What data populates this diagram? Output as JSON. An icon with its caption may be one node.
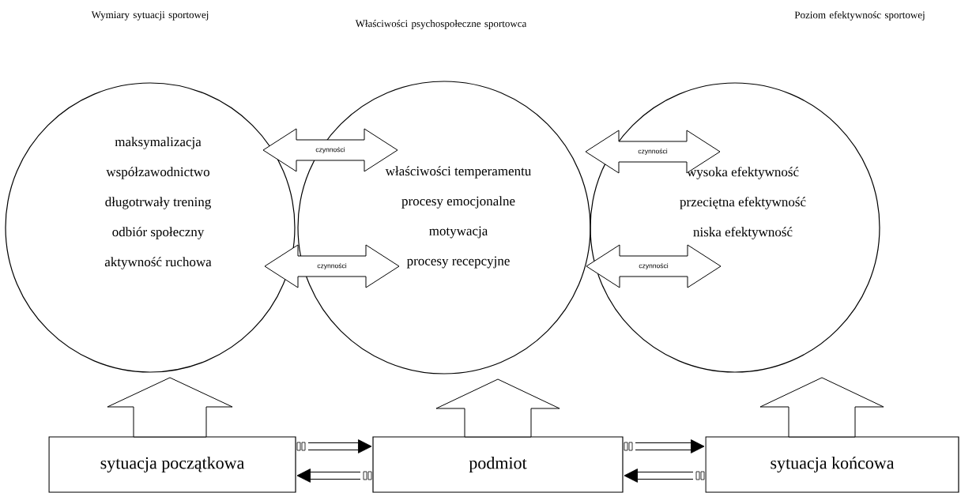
{
  "diagram": {
    "nodes": [
      {
        "text": [
          "maksymalizacja",
          "współzawodnictwo",
          "długotrwały trening",
          "odbiór społeczny",
          "aktywność ruchowa"
        ]
      },
      {
        "text": [
          "właściwości temperamentu",
          "procesy emocjonalne",
          "motywacja",
          "procesy recepcyjne"
        ]
      },
      {
        "text": [
          "wysoka efektywność",
          "przeciętna efektywność",
          "niska efektywność"
        ]
      },
      {
        "text": [
          "sytuacja początkowa"
        ]
      },
      {
        "text": [
          "podmiot"
        ]
      },
      {
        "text": [
          "sytuacja końcowa"
        ]
      }
    ],
    "edges": [
      {
        "from": 0,
        "to": 1,
        "arrow": "both",
        "label": "czynności"
      },
      {
        "from": 0,
        "to": 1,
        "arrow": "both",
        "label": "czynności"
      },
      {
        "from": 1,
        "to": 2,
        "arrow": "both",
        "label": "czynności"
      },
      {
        "from": 1,
        "to": 2,
        "arrow": "both",
        "label": "czynności"
      },
      {
        "from": 3,
        "to": 0,
        "arrow": "to"
      },
      {
        "from": 4,
        "to": 1,
        "arrow": "to"
      },
      {
        "from": 5,
        "to": 2,
        "arrow": "to"
      },
      {
        "from": 3,
        "to": 4,
        "arrow": "to"
      },
      {
        "from": 4,
        "to": 3,
        "arrow": "to"
      },
      {
        "from": 4,
        "to": 5,
        "arrow": "to"
      },
      {
        "from": 5,
        "to": 4,
        "arrow": "to"
      }
    ],
    "labels": [
      "Wymiary sytuacji sportowej",
      "Właściwości psychospołeczne sportowca",
      "Poziom efektywnośc sportowej"
    ]
  }
}
